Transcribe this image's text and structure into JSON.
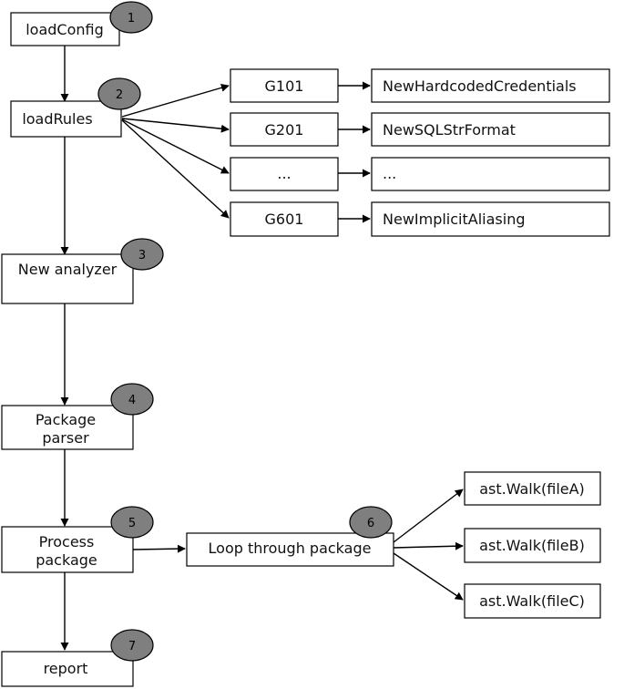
{
  "steps": {
    "loadConfig": {
      "label": "loadConfig",
      "badge": "1"
    },
    "loadRules": {
      "label": "loadRules",
      "badge": "2"
    },
    "newAnalyzer": {
      "label": "New analyzer",
      "badge": "3"
    },
    "packageParser": {
      "line1": "Package",
      "line2": "parser",
      "badge": "4"
    },
    "processPackage": {
      "line1": "Process",
      "line2": "package",
      "badge": "5"
    },
    "loop": {
      "label": "Loop through package",
      "badge": "6"
    },
    "report": {
      "label": "report",
      "badge": "7"
    }
  },
  "rules": [
    {
      "id": "G101",
      "fn": "NewHardcodedCredentials"
    },
    {
      "id": "G201",
      "fn": "NewSQLStrFormat"
    },
    {
      "id": "...",
      "fn": "..."
    },
    {
      "id": "G601",
      "fn": "NewImplicitAliasing"
    }
  ],
  "walks": [
    "ast.Walk(fileA)",
    "ast.Walk(fileB)",
    "ast.Walk(fileC)"
  ]
}
